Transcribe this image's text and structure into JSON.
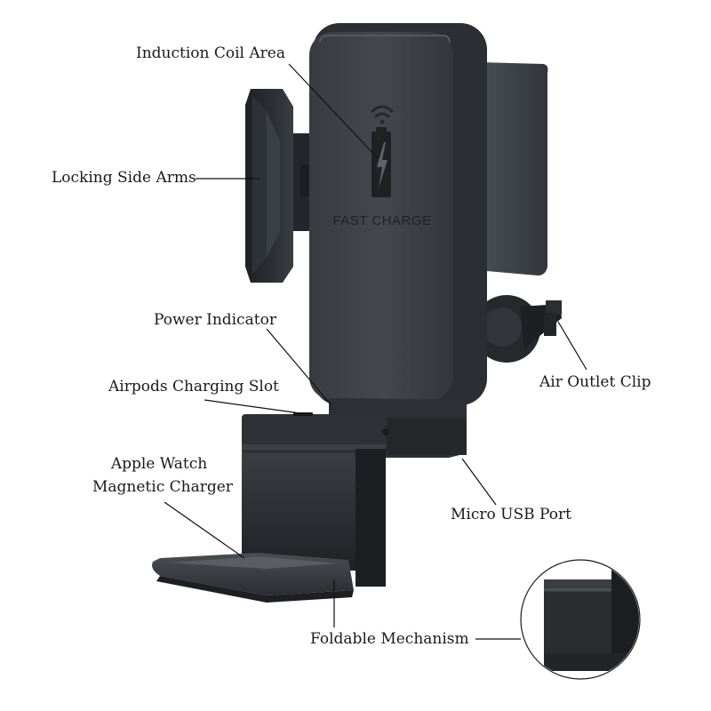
{
  "diagram": {
    "product_branding": {
      "badge_text": "FAST CHARGE"
    },
    "callouts": {
      "induction_coil_area": "Induction Coil Area",
      "locking_side_arms": "Locking Side Arms",
      "power_indicator": "Power Indicator",
      "airpods_charging_slot": "Airpods Charging Slot",
      "apple_watch_magnetic_charger_line1": "Apple Watch",
      "apple_watch_magnetic_charger_line2": "Magnetic Charger",
      "air_outlet_clip": "Air Outlet Clip",
      "micro_usb_port": "Micro USB Port",
      "foldable_mechanism": "Foldable Mechanism"
    },
    "colors": {
      "body_main": "#3f4348",
      "body_dark": "#24272b",
      "body_mid": "#33373b",
      "accent_light": "#5a5f65",
      "leader_line": "#111111"
    }
  }
}
